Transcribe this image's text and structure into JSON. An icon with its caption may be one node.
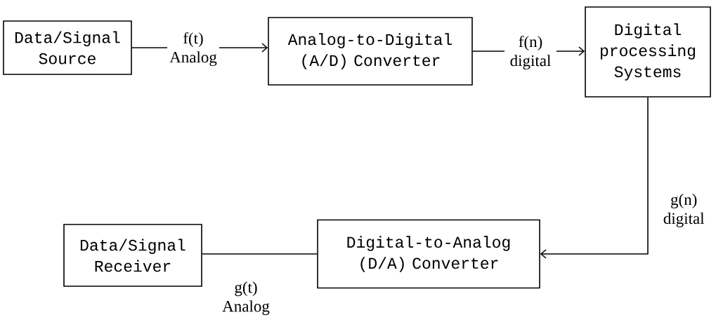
{
  "diagram": {
    "nodes": [
      {
        "text": [
          "Data/Signal Source"
        ]
      },
      {
        "text": [
          "Analog-to-Digital (A/D) Converter"
        ]
      },
      {
        "text": [
          "Digital processing Systems"
        ]
      },
      {
        "text": [
          "Data/Signal Receiver"
        ]
      },
      {
        "text": [
          "Digital-to-Analog (D/A) Converter"
        ]
      }
    ],
    "edges": [
      {
        "from": 0,
        "to": 1,
        "arrow": "to",
        "label": "f(t) Analog"
      },
      {
        "from": 1,
        "to": 2,
        "arrow": "to",
        "label": "f(n) digital"
      },
      {
        "from": 2,
        "to": 4,
        "arrow": "to",
        "label": "g(n) digital"
      },
      {
        "from": 4,
        "to": 3,
        "arrow": "none",
        "label": "g(t) Analog"
      }
    ]
  }
}
